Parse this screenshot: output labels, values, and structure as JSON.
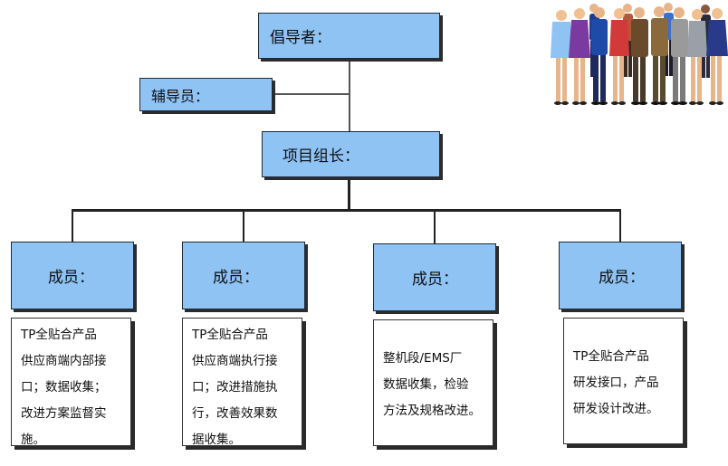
{
  "advocate": {
    "label": "倡导者："
  },
  "counselor": {
    "label": "辅导员："
  },
  "team_leader": {
    "label": "项目组长："
  },
  "members": [
    {
      "label": "成员：",
      "description": "TP全贴合产品\n供应商端内部接\n口；数据收集；\n改进方案监督实\n施。"
    },
    {
      "label": "成员：",
      "description": "TP全贴合产品\n供应商端执行接\n口；改进措施执\n行，改善效果数\n据收集。"
    },
    {
      "label": "成员：",
      "description": "整机段/EMS厂\n数据收集，检验\n方法及规格改进。"
    },
    {
      "label": "成员：",
      "description": "TP全贴合产品\n研发接口，产品\n研发设计改进。"
    }
  ],
  "icons": {
    "people": "business-people-group-icon"
  },
  "colors": {
    "box_fill": "#8ec3f4",
    "connector": "#222222"
  }
}
